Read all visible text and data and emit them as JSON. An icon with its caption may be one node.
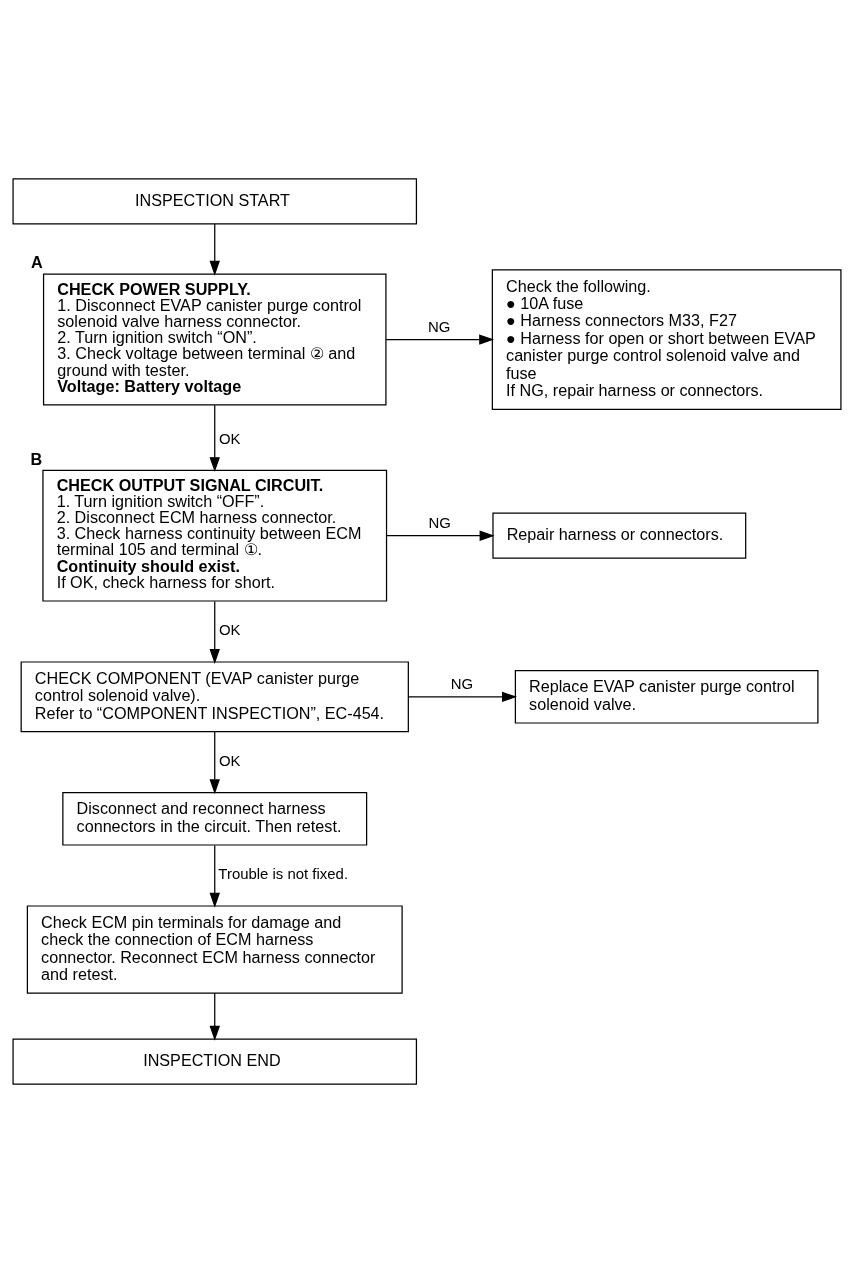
{
  "diagram": {
    "nodes": [
      {
        "text": [
          "INSPECTION START"
        ]
      },
      {
        "text": [
          "CHECK POWER SUPPLY.",
          "1. Disconnect EVAP canister purge control solenoid valve harness connector.",
          "2. Turn ignition switch “ON”.",
          "3. Check voltage between terminal ② and ground with tester.",
          "Voltage: Battery voltage"
        ],
        "beside": [
          "A"
        ]
      },
      {
        "text": [
          "Check the following.",
          "● 10A fuse",
          "● Harness connectors M33, F27",
          "● Harness for open or short between EVAP canister purge control solenoid valve and fuse",
          "If NG, repair harness or connectors."
        ]
      },
      {
        "text": [
          "CHECK OUTPUT SIGNAL CIRCUIT.",
          "1. Turn ignition switch “OFF”.",
          "2. Disconnect ECM harness connector.",
          "3. Check harness continuity between ECM terminal 105 and terminal ①.",
          "Continuity should exist.",
          "If OK, check harness for short."
        ],
        "beside": [
          "B"
        ]
      },
      {
        "text": [
          "Repair harness or connectors."
        ]
      },
      {
        "text": [
          "CHECK COMPONENT (EVAP canister purge control solenoid valve).",
          "Refer to “COMPONENT INSPECTION”, EC-454."
        ]
      },
      {
        "text": [
          "Replace EVAP canister purge control solenoid valve."
        ]
      },
      {
        "text": [
          "Disconnect and reconnect harness connectors in the circuit. Then retest."
        ]
      },
      {
        "text": [
          "Check ECM pin terminals for damage and check the connection of ECM harness connector. Reconnect ECM harness connector and retest."
        ]
      },
      {
        "text": [
          "INSPECTION END"
        ]
      }
    ],
    "edges": [
      {
        "from": 0,
        "to": 1,
        "arrow": "to"
      },
      {
        "from": 1,
        "to": 2,
        "label": "NG",
        "arrow": "to"
      },
      {
        "from": 1,
        "to": 3,
        "label": "OK",
        "arrow": "to"
      },
      {
        "from": 3,
        "to": 4,
        "label": "NG",
        "arrow": "to"
      },
      {
        "from": 3,
        "to": 5,
        "label": "OK",
        "arrow": "to"
      },
      {
        "from": 5,
        "to": 6,
        "label": "NG",
        "arrow": "to"
      },
      {
        "from": 5,
        "to": 7,
        "label": "OK",
        "arrow": "to"
      },
      {
        "from": 7,
        "to": 8,
        "label": "Trouble is not fixed.",
        "arrow": "to"
      },
      {
        "from": 8,
        "to": 9,
        "arrow": "to"
      }
    ]
  }
}
